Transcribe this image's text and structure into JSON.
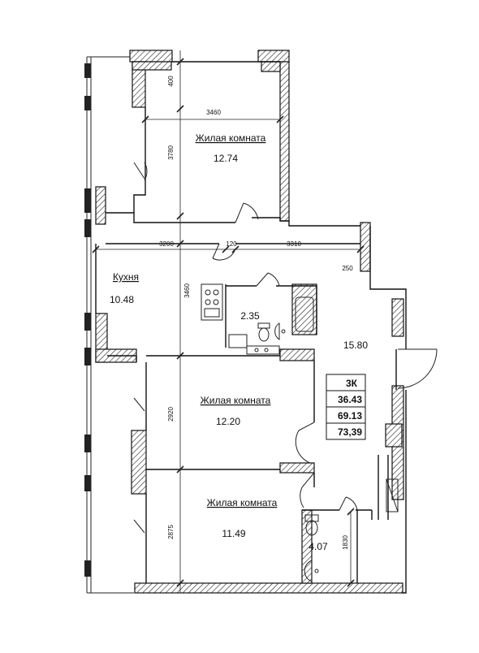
{
  "rooms": [
    {
      "name": "Жилая комната",
      "area": "12.74"
    },
    {
      "name": "Кухня",
      "area": "10.48"
    },
    {
      "name": "",
      "area": "2.35"
    },
    {
      "name": "",
      "area": "15.80"
    },
    {
      "name": "Жилая комната",
      "area": "12.20"
    },
    {
      "name": "Жилая комната",
      "area": "11.49"
    },
    {
      "name": "",
      "area": "4.07"
    }
  ],
  "dimensions": {
    "d400": "400",
    "d3460_top": "3460",
    "d3780": "3780",
    "d3200": "3200",
    "d120": "120",
    "d3310": "3310",
    "d250": "250",
    "d3460_side": "3460",
    "d2920": "2920",
    "d2875": "2875",
    "d1830": "1830"
  },
  "summary": {
    "type": "3К",
    "living_area": "36.43",
    "total_area": "69.13",
    "total_area_balcony": "73,39"
  }
}
